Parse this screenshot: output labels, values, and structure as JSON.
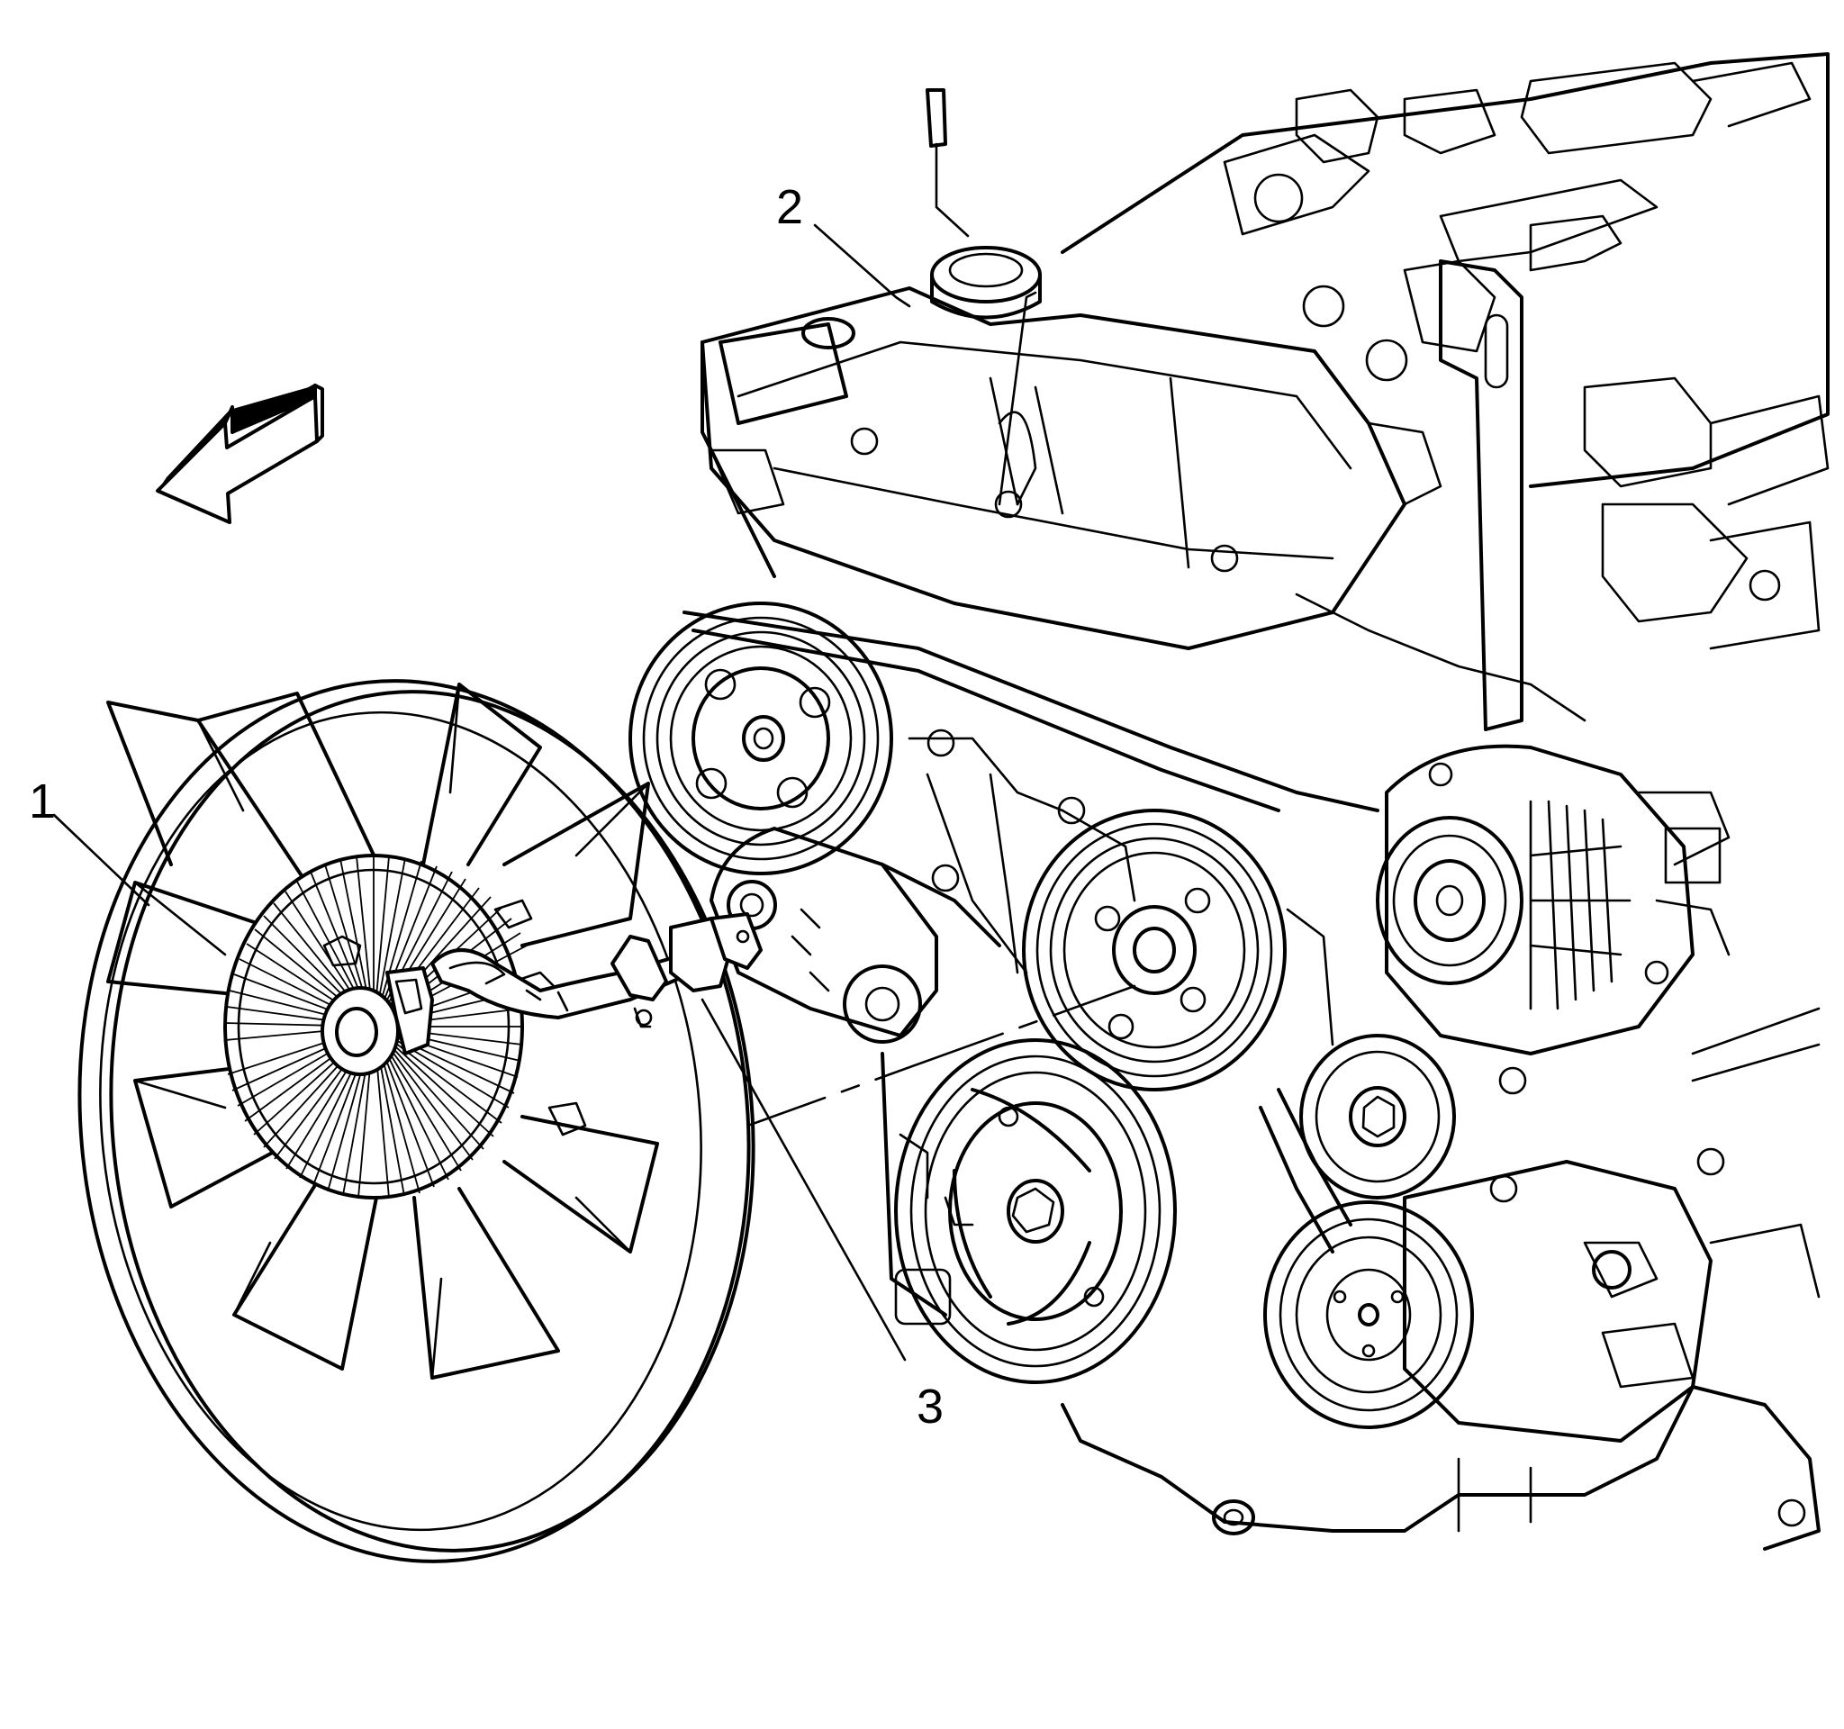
{
  "callouts": [
    {
      "id": "1",
      "label": "1"
    },
    {
      "id": "2",
      "label": "2"
    },
    {
      "id": "3",
      "label": "3"
    }
  ],
  "colors": {
    "ink": "#000000",
    "paper": "#ffffff"
  },
  "icons": {
    "direction_arrow": "arrow-left-3d-icon"
  }
}
